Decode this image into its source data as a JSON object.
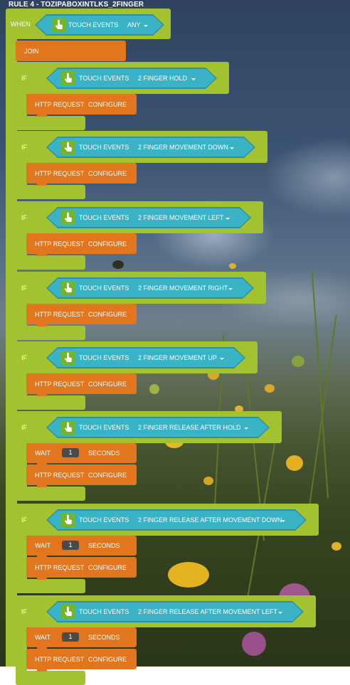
{
  "rule": {
    "title": "RULE 4 - TOZIPABOXINTLKS_2FINGER"
  },
  "when": {
    "keyword": "WHEN",
    "event_label": "TOUCH EVENTS",
    "event_value": "ANY"
  },
  "join": {
    "label": "JOIN"
  },
  "if_keyword": "IF",
  "touch_label": "TOUCH EVENTS",
  "http": {
    "label": "HTTP REQUEST",
    "action": "CONFIGURE"
  },
  "wait": {
    "label": "WAIT",
    "value": "1",
    "unit": "SECONDS"
  },
  "blocks": [
    {
      "condition": "2 FINGER HOLD",
      "has_wait": false
    },
    {
      "condition": "2 FINGER MOVEMENT DOWN",
      "has_wait": false
    },
    {
      "condition": "2 FINGER MOVEMENT LEFT",
      "has_wait": false
    },
    {
      "condition": "2 FINGER MOVEMENT RIGHT",
      "has_wait": false
    },
    {
      "condition": "2 FINGER MOVEMENT UP",
      "has_wait": false
    },
    {
      "condition": "2 FINGER RELEASE AFTER HOLD",
      "has_wait": true
    },
    {
      "condition": "2 FINGER RELEASE AFTER MOVEMENT DOWN",
      "has_wait": true
    },
    {
      "condition": "2 FINGER RELEASE AFTER MOVEMENT LEFT",
      "has_wait": true
    }
  ]
}
